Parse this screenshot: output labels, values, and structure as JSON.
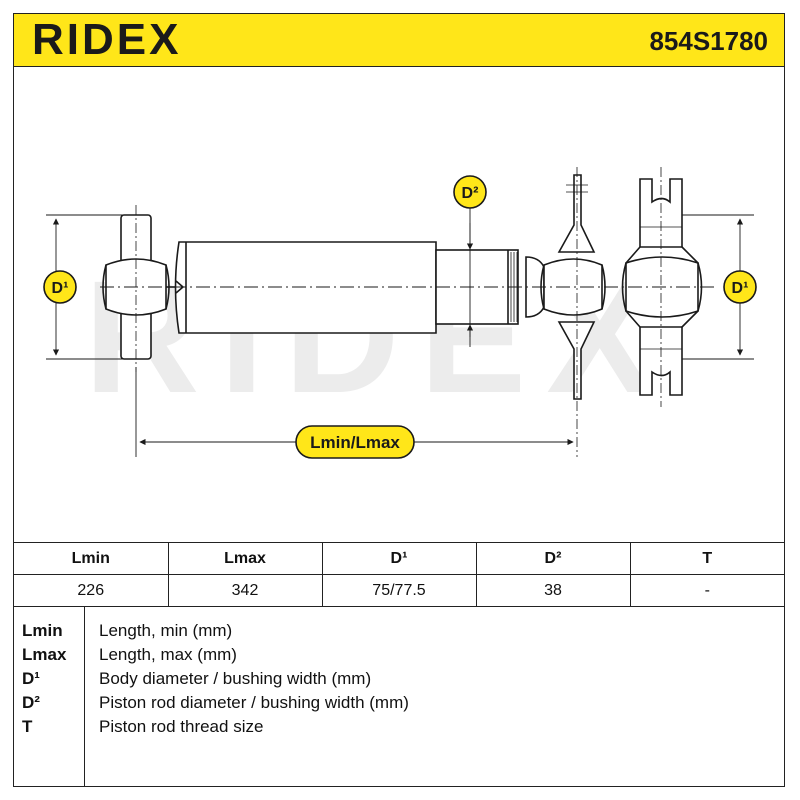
{
  "header": {
    "brand": "RIDEX",
    "part_number": "854S1780"
  },
  "drawing": {
    "watermark": "RIDEX",
    "labels": {
      "d1_left": "D¹",
      "d2_top": "D²",
      "d1_right": "D¹",
      "length": "Lmin/Lmax"
    },
    "colors": {
      "badge_fill": "#ffe619",
      "line": "#1a1a1a",
      "watermark": "#ececec"
    }
  },
  "spec_table": {
    "headers": [
      "Lmin",
      "Lmax",
      "D¹",
      "D²",
      "T"
    ],
    "values": [
      "226",
      "342",
      "75/77.5",
      "38",
      "-"
    ]
  },
  "legend": [
    {
      "abbr": "Lmin",
      "desc": "Length, min (mm)"
    },
    {
      "abbr": "Lmax",
      "desc": "Length, max (mm)"
    },
    {
      "abbr": "D¹",
      "desc": "Body diameter / bushing width (mm)"
    },
    {
      "abbr": "D²",
      "desc": "Piston rod diameter / bushing width (mm)"
    },
    {
      "abbr": "T",
      "desc": "Piston rod thread size"
    }
  ]
}
